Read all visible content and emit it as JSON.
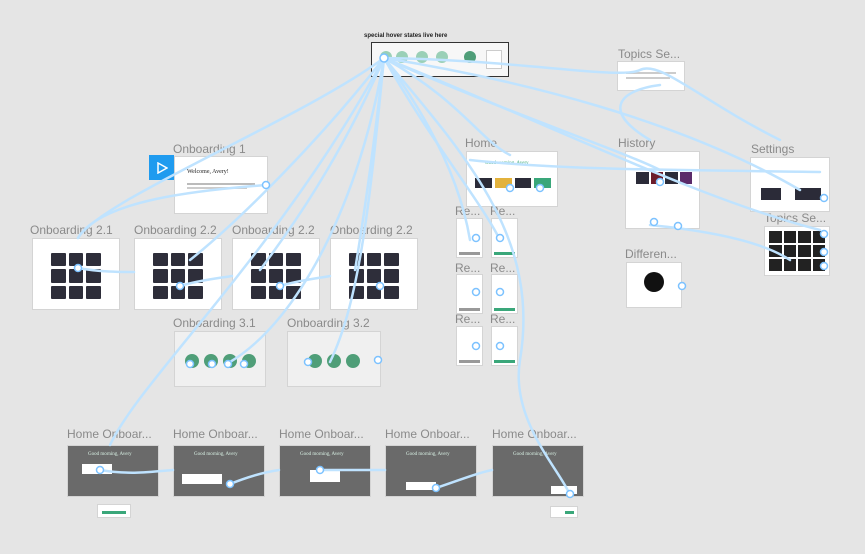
{
  "canvas": {
    "background": "#e5e5e5",
    "connector_color": "#bfe3ff",
    "accent": "#1f9bef"
  },
  "hover_panel": {
    "title": "special hover states live here"
  },
  "frames": {
    "onboarding_1": {
      "label": "Onboarding 1",
      "heading": "Welcome, Avery!"
    },
    "onboarding_2_1": {
      "label": "Onboarding 2.1"
    },
    "onboarding_2_2a": {
      "label": "Onboarding 2.2"
    },
    "onboarding_2_2b": {
      "label": "Onboarding 2.2"
    },
    "onboarding_2_2c": {
      "label": "Onboarding 2.2"
    },
    "onboarding_3_1": {
      "label": "Onboarding 3.1"
    },
    "onboarding_3_2": {
      "label": "Onboarding 3.2"
    },
    "home": {
      "label": "Home",
      "greeting": "Good morning, Avery"
    },
    "history": {
      "label": "History"
    },
    "settings": {
      "label": "Settings"
    },
    "topics_se_top": {
      "label": "Topics Se..."
    },
    "topics_se_bottom": {
      "label": "Topics Se..."
    },
    "differen": {
      "label": "Differen..."
    },
    "re": {
      "label": "Re..."
    },
    "home_onboar": {
      "label": "Home Onboar..."
    },
    "home_onboar_short": {
      "label": "Home Onboar...",
      "greeting": "Good morning, Avery"
    }
  },
  "icons": {
    "play": "play-icon"
  }
}
